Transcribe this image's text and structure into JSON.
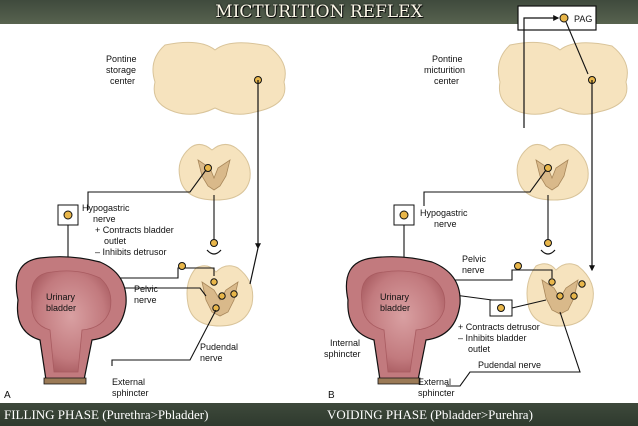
{
  "title": "MICTURITION REFLEX",
  "captions": {
    "left": "FILLING PHASE    (Purethra>Pbladder)",
    "right": "VOIDING PHASE   (Pbladder>Purehra)"
  },
  "panel_a": {
    "letter": "A",
    "pontine": [
      "Pontine",
      "storage",
      "center"
    ],
    "hypogastric": [
      "Hypogastric",
      "nerve",
      "+ Contracts bladder",
      "outlet",
      "– Inhibits detrusor"
    ],
    "pelvic": [
      "Pelvic",
      "nerve"
    ],
    "pudendal": [
      "Pudendal",
      "nerve"
    ],
    "bladder": [
      "Urinary",
      "bladder"
    ],
    "external": [
      "External",
      "sphincter"
    ]
  },
  "panel_b": {
    "letter": "B",
    "pag": "PAG",
    "pontine": [
      "Pontine",
      "micturition",
      "center"
    ],
    "hypogastric": [
      "Hypogastric",
      "nerve"
    ],
    "pelvic": [
      "Pelvic",
      "nerve"
    ],
    "effects": [
      "+ Contracts detrusor",
      "– Inhibits bladder",
      "outlet"
    ],
    "pudendal": "Pudendal nerve",
    "bladder": [
      "Urinary",
      "bladder"
    ],
    "internal": [
      "Internal",
      "sphincter"
    ],
    "external": [
      "External",
      "sphincter"
    ]
  },
  "colors": {
    "band": "#4a5546",
    "tissue": "#f6e3be",
    "grey_matter": "#d9b98a",
    "bladder": "#c9868a",
    "neuron": "#e8b64a"
  }
}
